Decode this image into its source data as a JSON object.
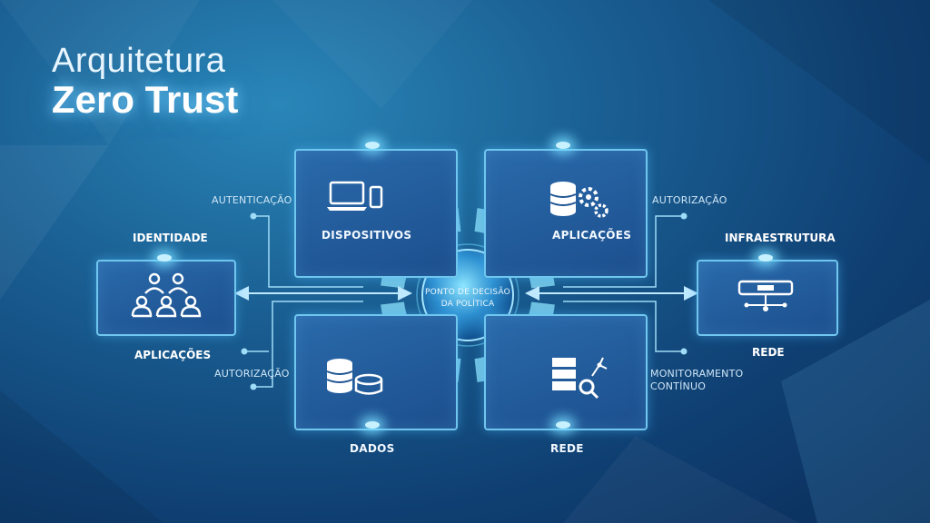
{
  "title": {
    "line1": "Arquitetura",
    "line2": "Zero Trust"
  },
  "center": {
    "label_line1": "PONTO DE DECISÃO",
    "label_line2": "DA POLÍTICA"
  },
  "panels": {
    "top_left": {
      "label": "DISPOSITIVOS",
      "icon": "laptop-phone-icon"
    },
    "top_right": {
      "label": "APLICAÇÕES",
      "icon": "database-gears-icon"
    },
    "bottom_left": {
      "label": "DADOS",
      "icon": "database-storage-icon"
    },
    "bottom_right": {
      "label": "REDE",
      "icon": "server-network-icon"
    }
  },
  "left_box": {
    "head": "IDENTIDADE",
    "foot": "APLICAÇÕES",
    "icon": "users-group-icon"
  },
  "right_box": {
    "head": "INFRAESTRUTURA",
    "foot": "REDE",
    "icon": "network-device-icon"
  },
  "connectors": {
    "top_left": "AUTENTICAÇÃO",
    "bottom_left": "AUTORIZAÇÃO",
    "top_right": "AUTORIZAÇÃO",
    "bottom_right_line1": "MONITORAMENTO",
    "bottom_right_line2": "CONTÍNUO"
  },
  "colors": {
    "accent": "#6fc6ee",
    "ring": "#7fd3f0",
    "panel": "#1f5592"
  }
}
